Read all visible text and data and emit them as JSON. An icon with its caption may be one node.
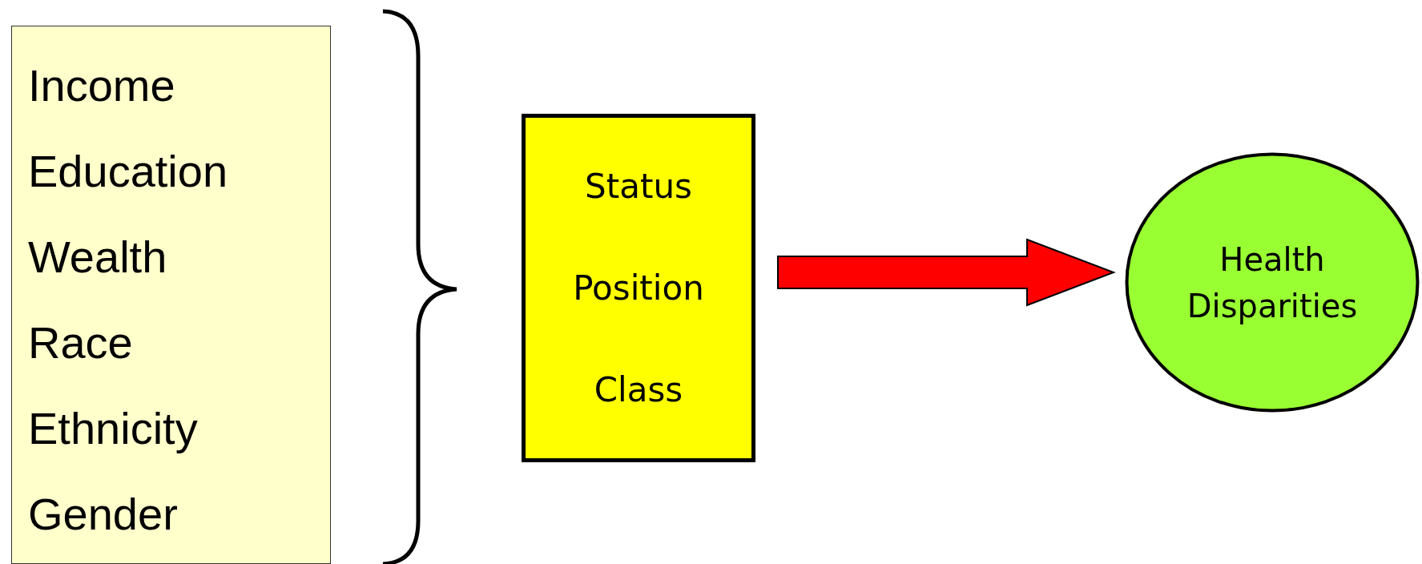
{
  "diagram": {
    "nodes": [
      {
        "text": [
          "Income",
          "Education",
          "Wealth",
          "Race",
          "Ethnicity",
          "Gender"
        ]
      },
      {
        "text": [
          "Status",
          "Position",
          "Class"
        ]
      },
      {
        "text": [
          "Health Disparities"
        ]
      }
    ],
    "edges": [
      {
        "from": 1,
        "to": 2,
        "arrow": "to",
        "style": "thick",
        "color": "#ff0000"
      }
    ]
  }
}
